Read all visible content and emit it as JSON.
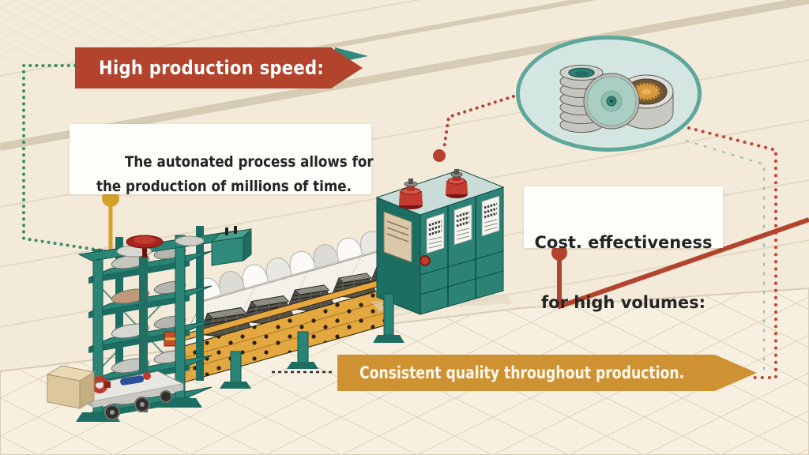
{
  "callouts": {
    "speed_banner": {
      "label": "High production speed:"
    },
    "process_note": {
      "line1": "The autonated process allows for",
      "line2": "the production of  millions of time."
    },
    "cost_note": {
      "line1": "Cost. effectiveness",
      "line2": "for high volumes:"
    },
    "quality_banner": {
      "label": "Consistent quality throughout production."
    }
  },
  "illustration": {
    "oval_icons": [
      "coil-stack-icon",
      "coil-spool-icon",
      "coil-disc-icon"
    ],
    "machines": [
      "stacking-tower-machine",
      "conveyor-belt",
      "control-cabinet",
      "transport-cart",
      "cardboard-box"
    ]
  },
  "colors": {
    "background": "#f3ead9",
    "banner_red": "#b2432c",
    "banner_gold": "#cf9233",
    "machine_teal": "#2a8577",
    "conveyor_orange": "#e3a840",
    "oval_border_teal": "#5ea79a",
    "connector_green": "#3a8f66",
    "connector_gold": "#d4a02a",
    "connector_red": "#b5422e"
  }
}
